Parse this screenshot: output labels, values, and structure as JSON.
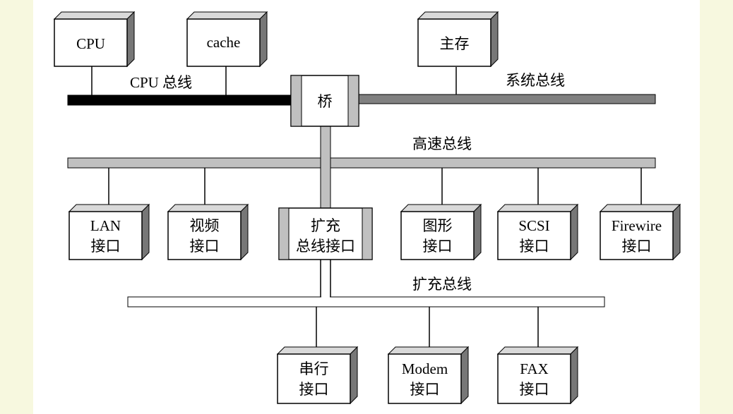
{
  "boxes": {
    "cpu": [
      "CPU"
    ],
    "cache": [
      "cache"
    ],
    "main_memory": [
      "主存"
    ],
    "bridge": [
      "桥"
    ],
    "lan": [
      "LAN",
      "接口"
    ],
    "video": [
      "视频",
      "接口"
    ],
    "expansion_bus_interface": [
      "扩充",
      "总线接口"
    ],
    "graphics": [
      "图形",
      "接口"
    ],
    "scsi": [
      "SCSI",
      "接口"
    ],
    "firewire": [
      "Firewire",
      "接口"
    ],
    "serial": [
      "串行",
      "接口"
    ],
    "modem": [
      "Modem",
      "接口"
    ],
    "fax": [
      "FAX",
      "接口"
    ]
  },
  "buses": {
    "cpu_bus": "CPU 总线",
    "system_bus": "系统总线",
    "high_speed_bus": "高速总线",
    "expansion_bus": "扩充总线"
  },
  "colors": {
    "cpu_bus": "#000000",
    "system_bus": "#808080",
    "high_speed_bus": "#c0c0c0",
    "expansion_bus": "#ffffff",
    "box_face": "#ffffff",
    "box_top": "#d9d9d9",
    "box_side": "#777777"
  }
}
